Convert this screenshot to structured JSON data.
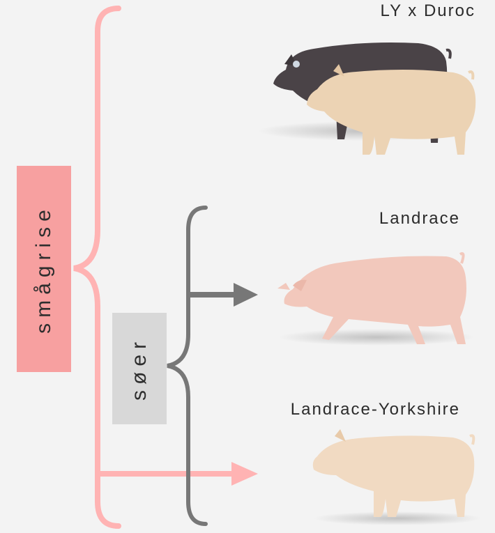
{
  "breeds": {
    "top": "LY x Duroc",
    "middle": "Landrace",
    "bottom": "Landrace-Yorkshire"
  },
  "groups": {
    "piglets": "smågrise",
    "sows": "søer"
  },
  "colors": {
    "background": "#f3f3f3",
    "piglet_bracket": "#ffb3b3",
    "piglet_box": "#f7a0a0",
    "sow_bracket": "#777777",
    "sow_box": "#d8d8d8",
    "label_text": "#2b2b2b"
  },
  "icons": [
    "pig-crossbreed-pair-icon",
    "pig-landrace-icon",
    "pig-landrace-yorkshire-icon"
  ]
}
